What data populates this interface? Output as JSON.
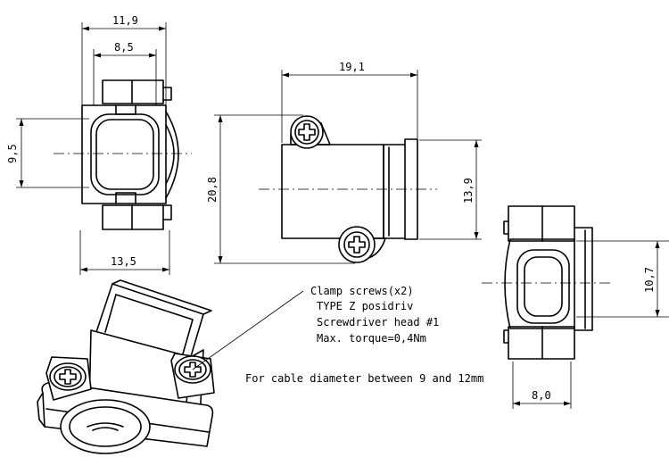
{
  "dimensions": {
    "front_width_outer": "11,9",
    "front_width_inner": "8,5",
    "front_height": "9,5",
    "front_base_width": "13,5",
    "side_length": "19,1",
    "side_height": "20,8",
    "side_body_height": "13,9",
    "right_height": "10,7",
    "right_width": "8,0"
  },
  "notes": {
    "line1": "Clamp screws(x2)",
    "line2": "TYPE Z posidriv",
    "line3": "Screwdriver head #1",
    "line4": "Max. torque=0,4Nm",
    "cable": "For cable diameter between 9 and 12mm"
  }
}
